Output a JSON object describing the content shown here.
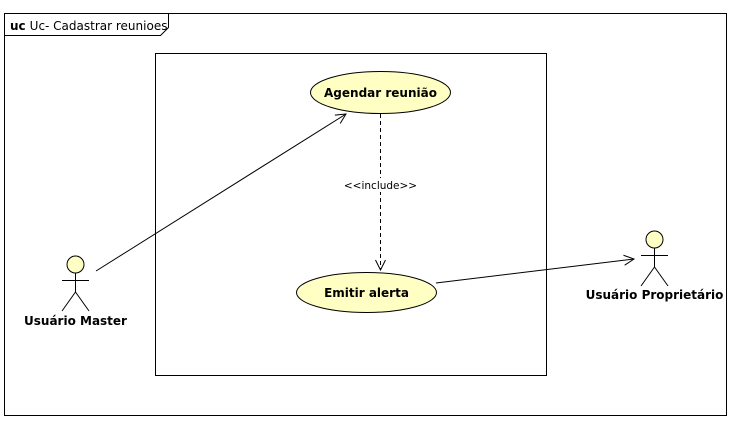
{
  "frame": {
    "keyword": "uc",
    "name": "Uc- Cadastrar reunioes"
  },
  "use_cases": {
    "agendar": "Agendar reunião",
    "emitir": "Emitir alerta"
  },
  "actors": {
    "master": "Usuário Master",
    "proprietario": "Usuário Proprietário"
  },
  "relations": {
    "include_label": "<<include>>"
  },
  "colors": {
    "use_case_fill": "#ffffc4",
    "actor_head_fill": "#ffffc4",
    "stroke": "#000000"
  }
}
